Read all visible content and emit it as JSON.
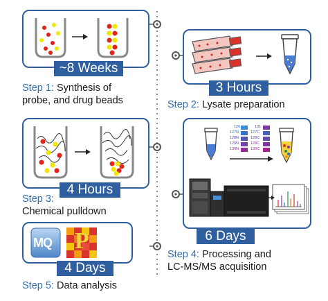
{
  "steps": [
    {
      "label": "Step 1:",
      "text_line1": "Synthesis of",
      "text_line2": "probe, and drug beads",
      "duration": "~8 Weeks"
    },
    {
      "label": "Step 2:",
      "text": "Lysate preparation",
      "duration": "3 Hours"
    },
    {
      "label": "Step 3:",
      "text": "Chemical pulldown",
      "duration": "4 Hours"
    },
    {
      "label": "Step 4:",
      "text_line1": "Processing and",
      "text_line2": "LC-MS/MS acquisition",
      "duration": "6 Days"
    },
    {
      "label": "Step 5:",
      "text": "Data analysis",
      "duration": "4 Days"
    }
  ],
  "tmt_tags": [
    "126",
    "127N",
    "127C",
    "128N",
    "128C",
    "129N",
    "129C",
    "130N",
    "130C",
    "131"
  ],
  "software": {
    "maxquant": "MQ",
    "perseus": "P"
  },
  "colors": {
    "accent": "#2f5f9e",
    "step_label": "#2e6fb3",
    "timeline": "#7a7a7a"
  }
}
